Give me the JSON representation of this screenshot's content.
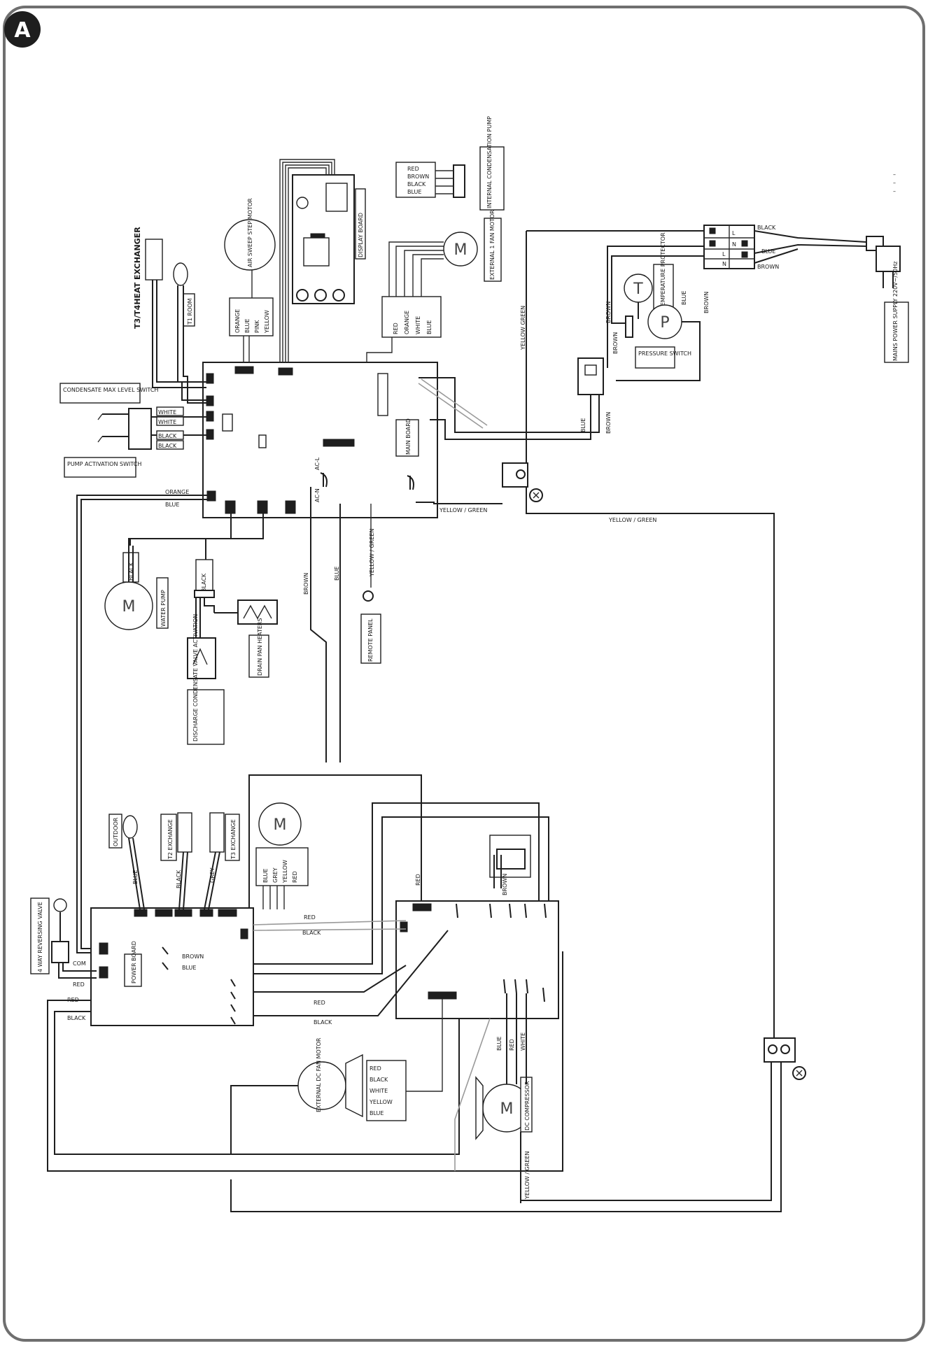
{
  "figure": {
    "badge": "A",
    "pcb": {
      "board": "MAIN BOARD",
      "display": "DISPLAY BOARD",
      "power": "POWER BOARD",
      "remote": "REMOTE PANEL"
    },
    "components": {
      "air_sweep": "AIR SWEEP STEP MOTOR",
      "t3t4": "T3/T4HEAT EXCHANGER",
      "t_room": "T1 ROOM",
      "cond_max": "CONDENSATE MAX LEVEL SWITCH",
      "pump_act": "PUMP ACTIVATION SWITCH",
      "int_cond": "INTERNAL CONDENSATION PUMP",
      "ext_fan": "EXTERNAL 1 FAN MOTOR",
      "water_pump": "WATER PUMP",
      "drain_heater": "DRAIN PAN HEATERS",
      "discharge_valve": "DISCHARGE CONDENSATE VALVE ACTIVATION",
      "temp_prot": "TEMPERATURE PROTECTOR",
      "pressure": "PRESSURE SWITCH",
      "mains": "MAINS POWER SUPPLY 220V~/50Hz",
      "outdoor": "OUTDOOR",
      "t2_ex": "T2 EXCHANGE",
      "t3_ex": "T3 EXCHANGE",
      "way_valve": "4 WAY REVERSING VALVE",
      "ext_dc_fan": "EXTERNAL DC FAN MOTOR",
      "dc_comp": "DC COMPRESSOR",
      "motor": "M",
      "t_sym": "T",
      "p_sym": "P"
    },
    "wires": {
      "white": "WHITE",
      "black": "BLACK",
      "orange": "ORANGE",
      "blue": "BLUE",
      "brown": "BROWN",
      "red": "RED",
      "grey": "GREY",
      "yellow_green": "YELLOW / GREEN",
      "yellow_green_v": "YELLOW GREEN"
    },
    "terminals": [
      "L",
      "N",
      "L",
      "N"
    ],
    "pin_lists": {
      "cond_pump": [
        "RED",
        "BROWN",
        "BLACK",
        "BLUE"
      ],
      "ext_fan": [
        "RED",
        "ORANGE",
        "WHITE",
        "BLUE"
      ],
      "step": [
        "ORANGE",
        "BLUE",
        "PINK",
        "YELLOW"
      ],
      "fan_dc": [
        "RED",
        "BLACK",
        "WHITE",
        "YELLOW",
        "BLUE"
      ],
      "outdoor_motor": [
        "BLUE",
        "GREY",
        "YELLOW",
        "RED"
      ]
    },
    "compressor_wires": [
      "BLUE",
      "RED",
      "WHITE"
    ],
    "misc": {
      "l": "L",
      "n": "N",
      "com": "COM",
      "ac_l": "AC-L",
      "ac_n": "AC-N"
    }
  }
}
